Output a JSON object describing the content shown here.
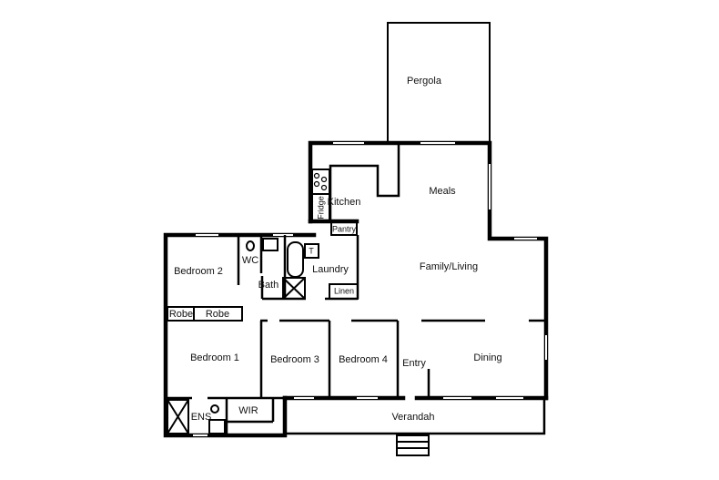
{
  "floor_plan": {
    "rooms": {
      "pergola": "Pergola",
      "meals": "Meals",
      "kitchen": "Kitchen",
      "fridge": "Fridge",
      "pantry": "Pantry",
      "family_living": "Family/Living",
      "laundry": "Laundry",
      "linen": "Linen",
      "t": "T",
      "bedroom2": "Bedroom 2",
      "wc": "WC",
      "bath": "Bath",
      "robe1": "Robe",
      "robe2": "Robe",
      "bedroom1": "Bedroom 1",
      "bedroom3": "Bedroom 3",
      "bedroom4": "Bedroom 4",
      "entry": "Entry",
      "dining": "Dining",
      "ens": "ENS",
      "wir": "WIR",
      "verandah": "Verandah"
    }
  }
}
